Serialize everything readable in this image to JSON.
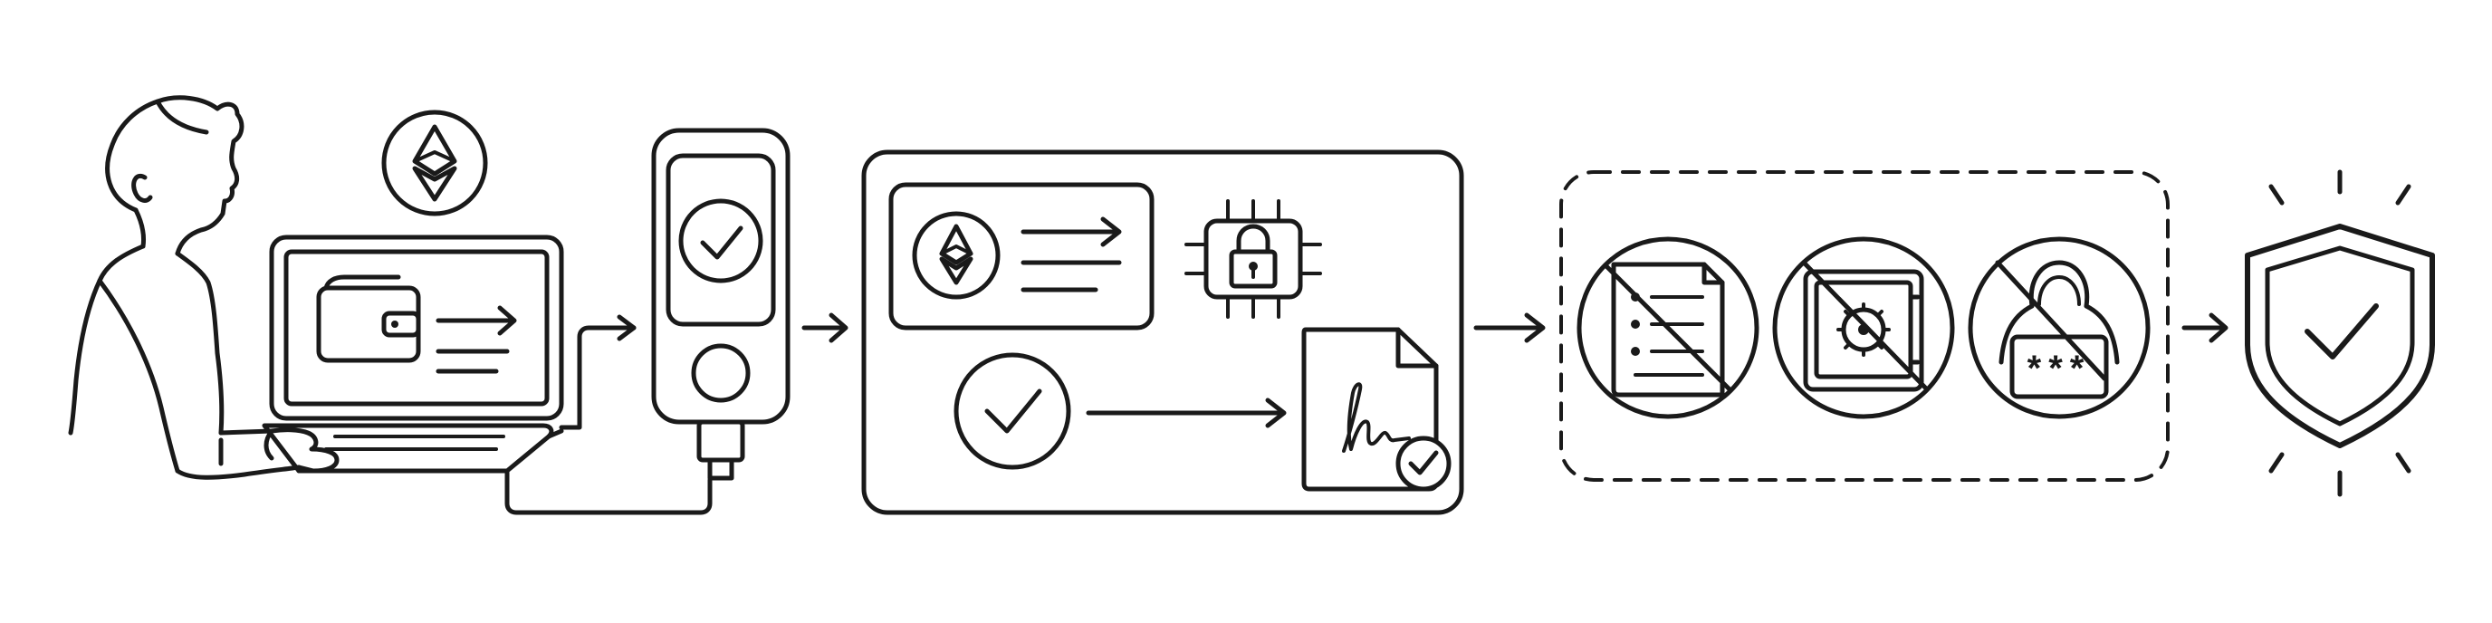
{
  "colors": {
    "stroke": "#1a1a1a",
    "background": "#ffffff"
  },
  "steps": [
    {
      "id": "user-computer",
      "icons": [
        "person-icon",
        "laptop-icon",
        "wallet-icon",
        "ethereum-icon"
      ]
    },
    {
      "id": "hardware-wallet",
      "icons": [
        "hardware-wallet-device-icon",
        "check-icon",
        "usb-cable-icon"
      ]
    },
    {
      "id": "secure-signing",
      "icons": [
        "ethereum-transaction-card-icon",
        "secure-chip-icon",
        "lock-icon",
        "check-icon",
        "signed-document-icon"
      ]
    },
    {
      "id": "threats-blocked",
      "icons": [
        "no-paper-document-icon",
        "no-safe-icon",
        "no-hacker-icon"
      ]
    },
    {
      "id": "protected",
      "icons": [
        "shield-check-icon"
      ]
    }
  ],
  "hacker_password_mask": "***"
}
